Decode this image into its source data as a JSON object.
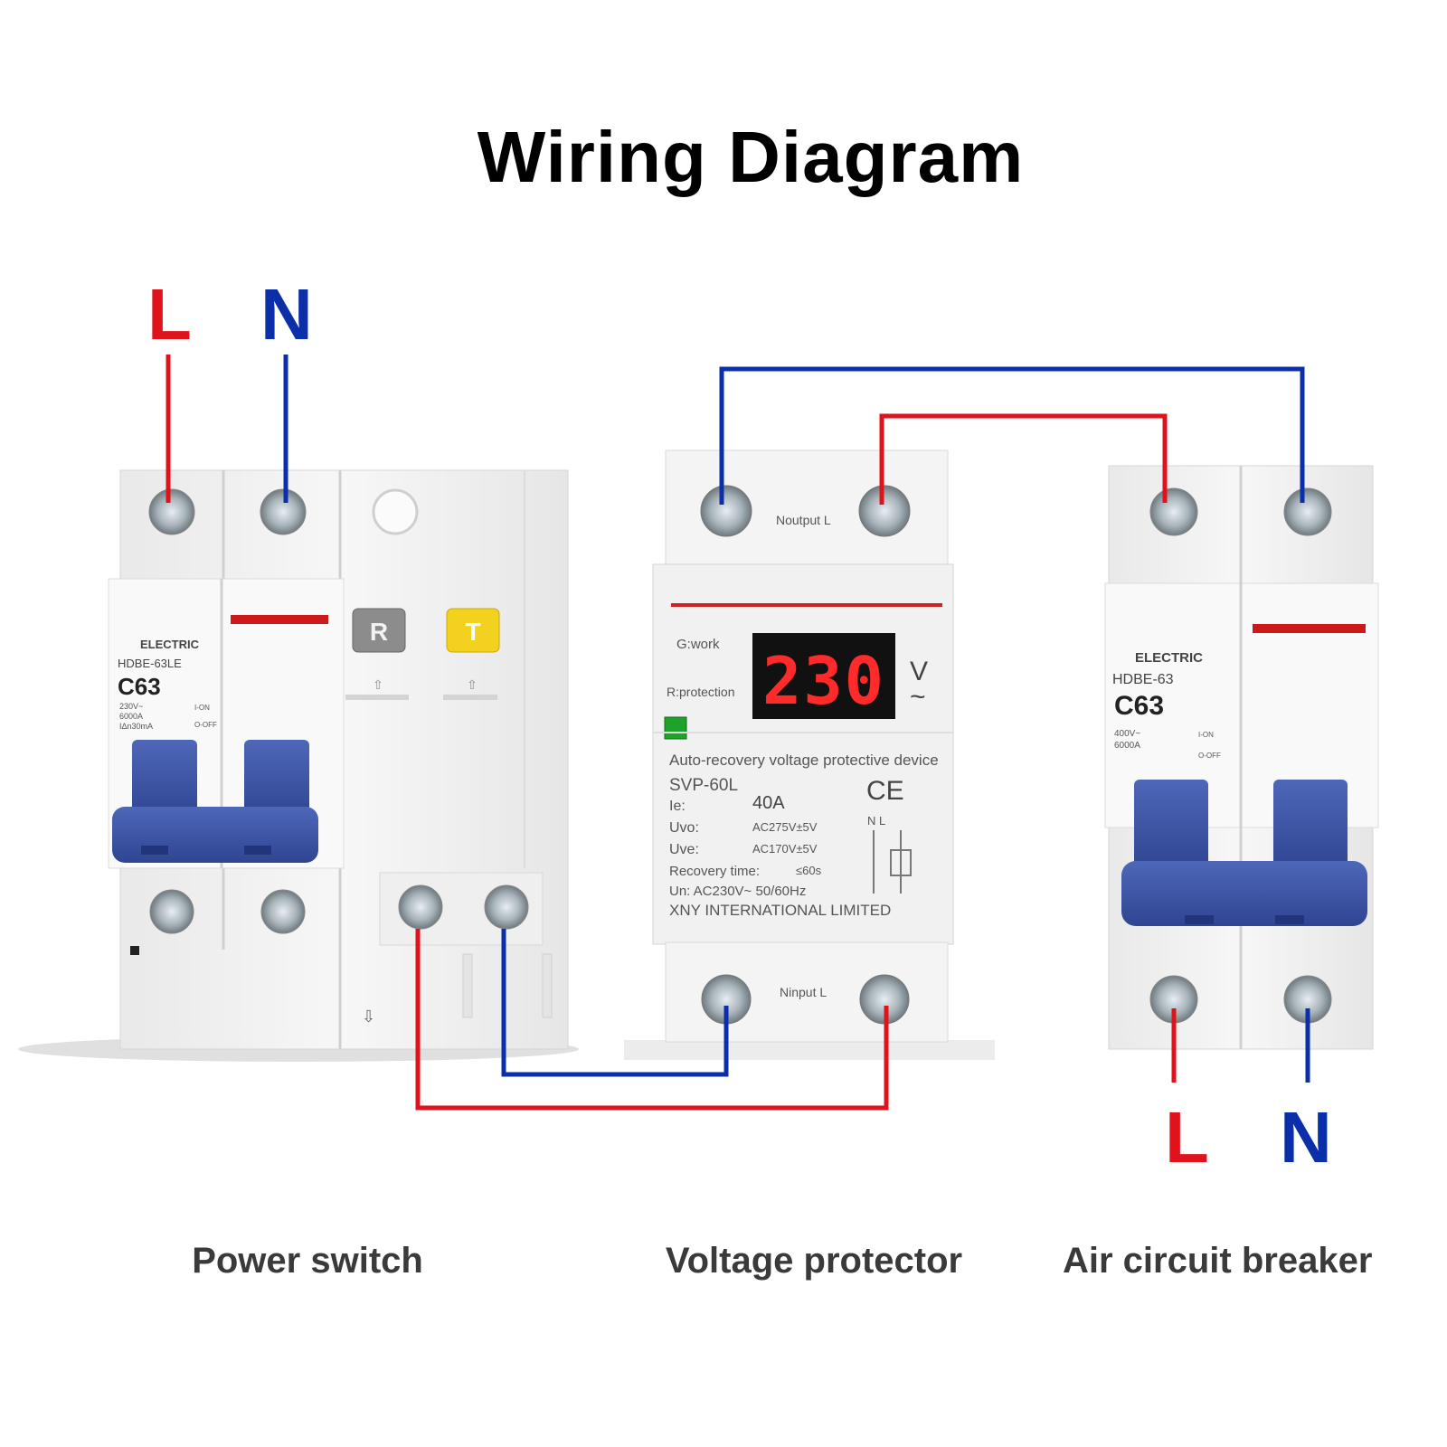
{
  "title": "Wiring Diagram",
  "colors": {
    "live": "#e0121c",
    "neutral": "#0b2fa8",
    "breaker_body": "#f3f3f3",
    "handle": "#3c54a6",
    "display_digits": "#ff2a2a",
    "work_led": "#1fa22a"
  },
  "terminals": {
    "input_left": {
      "L": "L",
      "N": "N"
    },
    "output_right": {
      "L": "L",
      "N": "N"
    }
  },
  "power_switch": {
    "caption": "Power switch",
    "brand": "ELECTRIC",
    "model": "HDBE-63LE",
    "rating": "C63",
    "specs": [
      "230V~",
      "6000A",
      "IΔn30mA"
    ],
    "switch_marks": [
      "I-ON",
      "O-OFF"
    ],
    "reset_button": "R",
    "test_button": "T"
  },
  "voltage_protector": {
    "caption": "Voltage protector",
    "output_label": "Noutput L",
    "input_label": "Ninput L",
    "status_work": "G:work",
    "status_protection": "R:protection",
    "display_value": "230",
    "display_unit": "V",
    "display_unit_symbol": "~",
    "device_name": "Auto-recovery voltage protective device",
    "model": "SVP-60L",
    "ce_mark": "CE",
    "diagram_marks": "N  L",
    "specs": [
      {
        "label": "Ie:",
        "value": "40A"
      },
      {
        "label": "Uvo:",
        "value": "AC275V±5V"
      },
      {
        "label": "Uve:",
        "value": "AC170V±5V"
      },
      {
        "label": "Recovery time:",
        "value": "≤60s"
      }
    ],
    "rated_voltage": "Un: AC230V~ 50/60Hz",
    "manufacturer": "XNY INTERNATIONAL LIMITED"
  },
  "air_circuit_breaker": {
    "caption": "Air circuit breaker",
    "brand": "ELECTRIC",
    "model": "HDBE-63",
    "rating": "C63",
    "specs": [
      "400V~",
      "6000A"
    ],
    "switch_marks": [
      "I-ON",
      "O-OFF"
    ]
  }
}
